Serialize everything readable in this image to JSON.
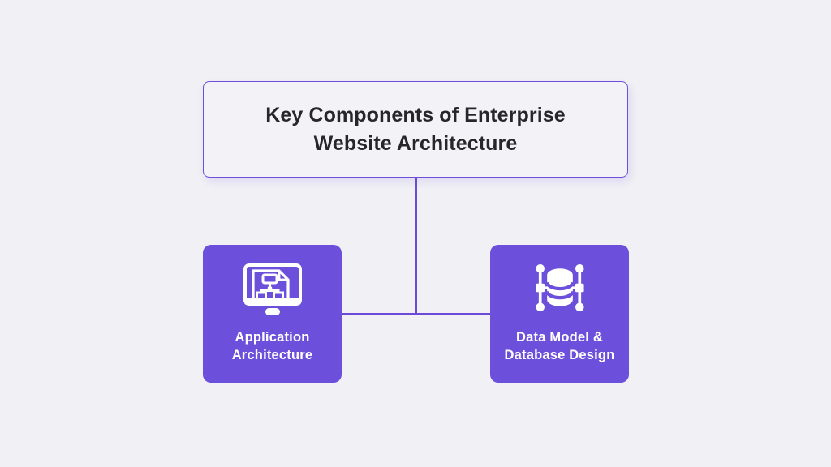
{
  "colors": {
    "background": "#F0F0F5",
    "title_box_background": "#F2F2F7",
    "purple_border": "#6E4FDC",
    "purple_connector": "#6B4AD8",
    "card_purple": "#6C50DB",
    "title_text": "#26262B",
    "card_text": "#FFFFFF"
  },
  "title_box": {
    "line1": "Key Components of Enterprise",
    "line2": "Website Architecture"
  },
  "cards": [
    {
      "icon": "monitor-flowchart-icon",
      "label_line1": "Application",
      "label_line2": "Architecture"
    },
    {
      "icon": "database-design-icon",
      "label_line1": "Data Model &",
      "label_line2": "Database Design"
    }
  ]
}
